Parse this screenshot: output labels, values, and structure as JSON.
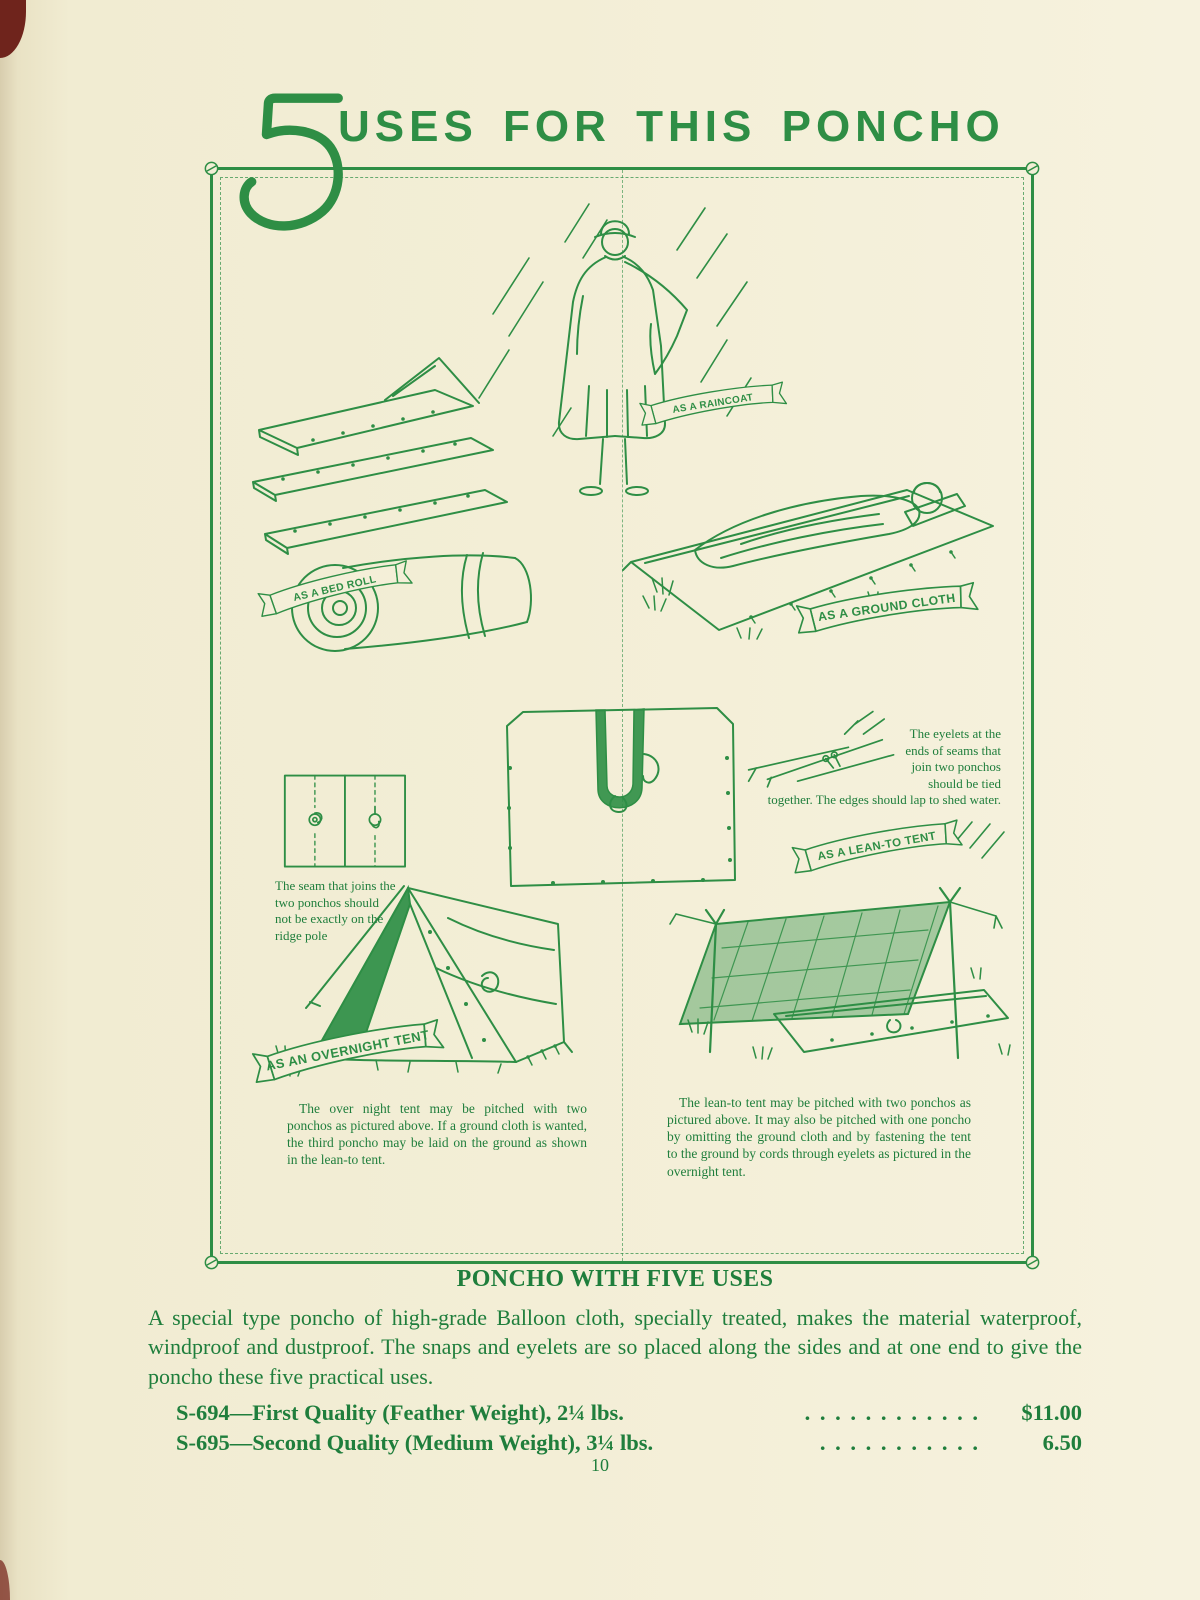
{
  "colors": {
    "ink": "#2e8e45",
    "ink_dark": "#1f7e3c",
    "paper": "#f3eed6"
  },
  "header": {
    "big_numeral": "5",
    "title": "USES FOR THIS PONCHO"
  },
  "panel": {
    "banner_raincoat": "AS A RAINCOAT",
    "banner_bed_roll": "AS A BED ROLL",
    "banner_ground_cloth": "AS A GROUND CLOTH",
    "banner_lean_to": "AS A LEAN-TO TENT",
    "banner_overnight": "AS AN OVERNIGHT TENT",
    "caption_seam": "The seam that joins the two ponchos should not be exactly on the ridge pole",
    "caption_eyelets": "The eyelets at the ends of seams that join two ponchos should be tied together. The edges should lap to shed water.",
    "caption_overnight": "The over night tent may be pitched with two ponchos as pictured above. If a ground cloth is wanted, the third poncho may be laid on the ground as shown in the lean-to tent.",
    "caption_lean_to": "The lean-to tent may be pitched with two ponchos as pictured above. It may also be pitched with one poncho by omitting the ground cloth and by fastening the tent to the ground by cords through eyelets as pictured in the overnight tent."
  },
  "description": {
    "heading": "PONCHO WITH FIVE USES",
    "body": "A special type poncho of high-grade Balloon cloth, specially treated, makes the material waterproof, windproof and dustproof. The snaps and eyelets are so placed along the sides and at one end to give the poncho these five practical uses.",
    "products": [
      {
        "label": "S-694—First Quality (Feather Weight), 2¼ lbs.",
        "dots": ". . . . . . . . . . . .",
        "price": "$11.00"
      },
      {
        "label": "S-695—Second Quality (Medium Weight), 3¼ lbs.",
        "dots": ". . . . . . . . . . .",
        "price": "6.50"
      }
    ]
  },
  "footer": {
    "page_number": "10"
  }
}
